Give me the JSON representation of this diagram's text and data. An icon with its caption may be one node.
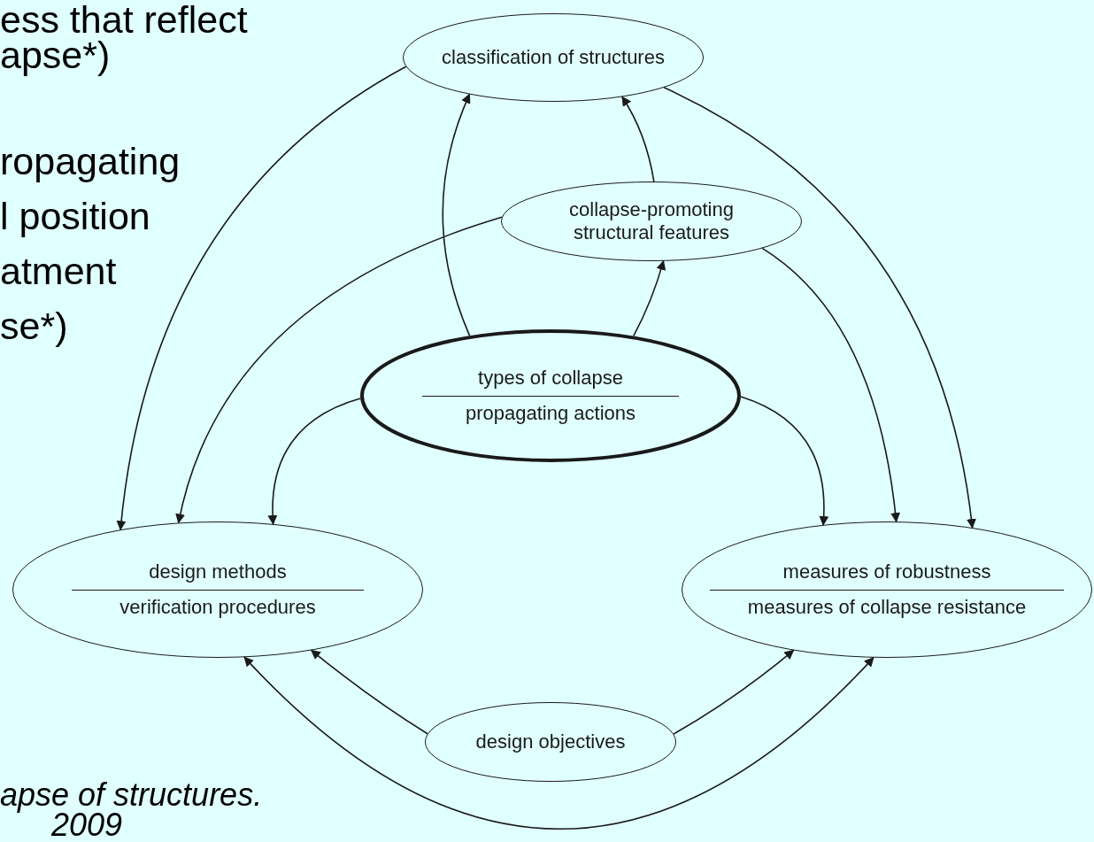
{
  "diagram": {
    "nodes": [
      {
        "text": [
          "classification of structures"
        ]
      },
      {
        "text": [
          "collapse-promoting structural features"
        ]
      },
      {
        "text": [
          "types of collapse",
          "propagating actions"
        ]
      },
      {
        "text": [
          "design methods",
          "verification procedures"
        ]
      },
      {
        "text": [
          "measures of robustness",
          "measures of collapse resistance"
        ]
      },
      {
        "text": [
          "design objectives"
        ]
      }
    ],
    "edges": [
      {
        "from": 2,
        "to": 0,
        "arrow": "to"
      },
      {
        "from": 2,
        "to": 1,
        "arrow": "to"
      },
      {
        "from": 1,
        "to": 0,
        "arrow": "to"
      },
      {
        "from": 0,
        "to": 3,
        "arrow": "to"
      },
      {
        "from": 1,
        "to": 3,
        "arrow": "to"
      },
      {
        "from": 2,
        "to": 3,
        "arrow": "to"
      },
      {
        "from": 0,
        "to": 4,
        "arrow": "to"
      },
      {
        "from": 1,
        "to": 4,
        "arrow": "to"
      },
      {
        "from": 2,
        "to": 4,
        "arrow": "to"
      },
      {
        "from": 5,
        "to": 3,
        "arrow": "to"
      },
      {
        "from": 5,
        "to": 4,
        "arrow": "to"
      },
      {
        "from": 3,
        "to": 4,
        "arrow": "both"
      }
    ],
    "labels": [
      "ess that reflect",
      "apse*)",
      "ropagating",
      "l position",
      "atment",
      "se*)",
      "apse of structures.",
      "2009"
    ]
  }
}
